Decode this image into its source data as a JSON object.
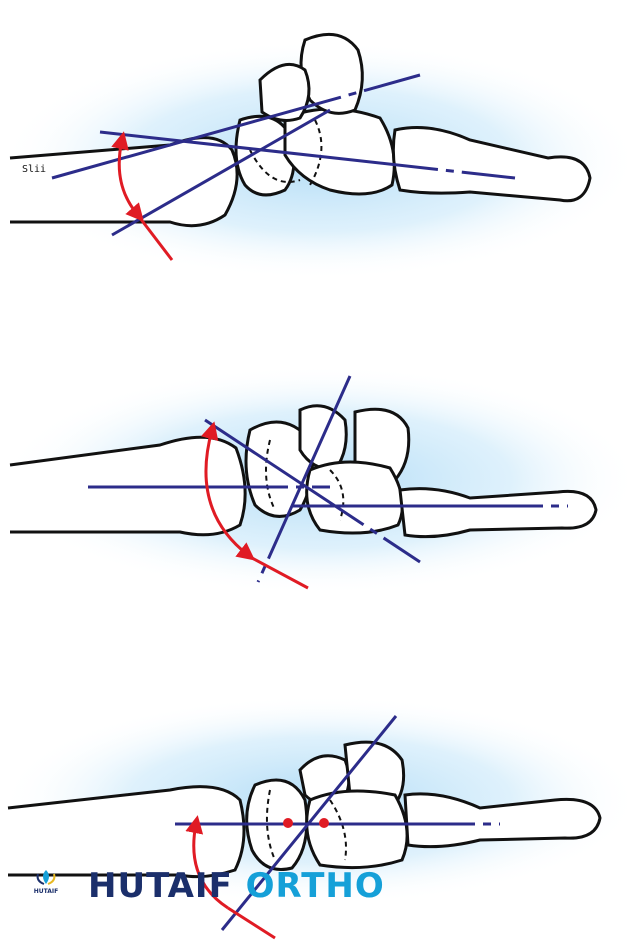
{
  "watermark": {
    "logo_text": "HUTAIF",
    "brand_word1": "HUTAIF",
    "brand_word2": "ORTHO",
    "colors": {
      "navy": "#1b2f6b",
      "cyan": "#15a0d8"
    }
  },
  "colors": {
    "bone_outline": "#111111",
    "axis_line": "#2c2c8a",
    "angle_arc": "#e01b24",
    "glow": "#a9d8f5"
  },
  "panels": [
    {
      "name": "top-panel",
      "description_icon": "wrist-lateral-bone-icon"
    },
    {
      "name": "middle-panel",
      "description_icon": "wrist-lateral-bone-icon"
    },
    {
      "name": "bottom-panel",
      "description_icon": "wrist-lateral-bone-icon"
    }
  ]
}
